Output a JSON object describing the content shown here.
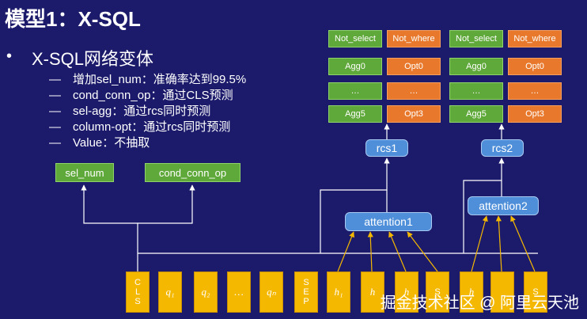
{
  "title": "模型1：X-SQL",
  "bullet": {
    "dot": "•",
    "text": "X-SQL网络变体"
  },
  "subitems": [
    {
      "dash": "—",
      "text": "增加sel_num：准确率达到99.5%"
    },
    {
      "dash": "—",
      "text": "cond_conn_op：通过CLS预测"
    },
    {
      "dash": "—",
      "text": "sel-agg：通过rcs同时预测"
    },
    {
      "dash": "—",
      "text": "column-opt：通过rcs同时预测"
    },
    {
      "dash": "—",
      "text": "Value：不抽取"
    }
  ],
  "cls_heads": {
    "sel_num": "sel_num",
    "cond_conn_op": "cond_conn_op"
  },
  "stack1": [
    {
      "left": "Not_select",
      "right": "Not_where"
    },
    {
      "left": "Agg0",
      "right": "Opt0"
    },
    {
      "left": "…",
      "right": "…"
    },
    {
      "left": "Agg5",
      "right": "Opt3"
    }
  ],
  "stack2": [
    {
      "left": "Not_select",
      "right": "Not_where"
    },
    {
      "left": "Agg0",
      "right": "Opt0"
    },
    {
      "left": "…",
      "right": "…"
    },
    {
      "left": "Agg5",
      "right": "Opt3"
    }
  ],
  "rcs1": "rcs1",
  "rcs2": "rcs2",
  "attention1": "attention1",
  "attention2": "attention2",
  "tokens": {
    "cls": [
      "C",
      "L",
      "S"
    ],
    "q1": "q₁",
    "q2": "q₂",
    "dots": "…",
    "qn": "qₙ",
    "sep": [
      "S",
      "E",
      "P"
    ],
    "h1": "h₁",
    "h_a": "h",
    "h_b": "h",
    "s1": "S",
    "h_c": "h",
    "s2": "S"
  },
  "watermark": "掘金技术社区 @ 阿里云天池",
  "colors": {
    "background": "#1c1b6b",
    "green": "#5fa83a",
    "orange": "#e8792c",
    "blue": "#4f8fd9",
    "token": "#f5b800",
    "line": "#ffffff",
    "arrow": "#f5b800"
  }
}
